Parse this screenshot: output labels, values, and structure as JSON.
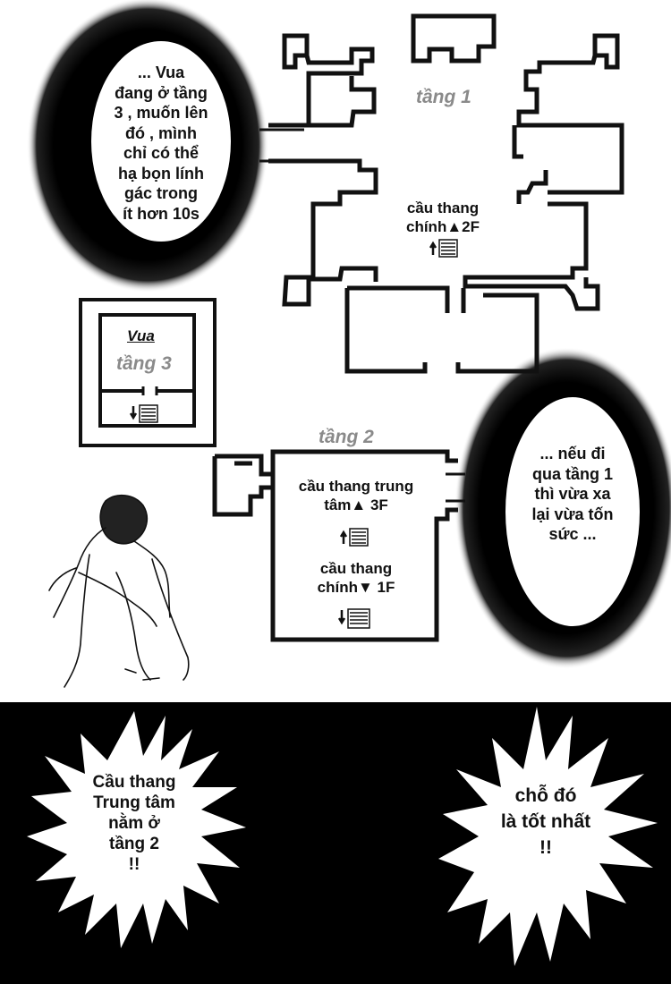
{
  "bubbles": {
    "left_thought": "... Vua đang ở tầng 3 , muốn lên đó , mình chỉ có thể hạ bọn lính gác trong ít hơn 10s",
    "right_thought": "... nếu đi qua tầng 1 thì vừa xa lại vừa tốn sức ...",
    "bottom_left": "Cầu thang Trung tâm nằm ở tầng 2 !!",
    "bottom_right": "chỗ đó là tốt nhất !!"
  },
  "left_lines": [
    "... Vua",
    "đang ở tầng",
    "3 , muốn lên",
    "đó , mình",
    "chỉ có thể",
    "hạ bọn lính",
    "gác trong",
    "ít hơn 10s"
  ],
  "right_lines": [
    "... nếu đi",
    "qua tầng 1",
    "thì vừa xa",
    "lại vừa tốn",
    "sức ..."
  ],
  "bl_lines": [
    "Cầu thang",
    "Trung tâm",
    "nằm ở",
    "tầng 2",
    "!!"
  ],
  "br_lines": [
    "chỗ đó",
    "là tốt nhất",
    "!!"
  ],
  "floors": {
    "floor1": {
      "label": "tầng 1",
      "stair_line1": "cầu thang",
      "stair_line2": "chính▲2F"
    },
    "floor2": {
      "label": "tầng 2",
      "center_line1": "cầu thang trung",
      "center_line2": "tâm▲ 3F",
      "main_line1": "cầu thang",
      "main_line2": "chính▼ 1F"
    },
    "floor3": {
      "king": "Vua",
      "label": "tầng 3"
    }
  },
  "icons": [
    "stair-up-icon",
    "stair-down-icon"
  ],
  "colors": {
    "ink": "#111111",
    "floor_label": "#8a8a8a",
    "panel_bg": "#000000",
    "paper": "#ffffff"
  }
}
